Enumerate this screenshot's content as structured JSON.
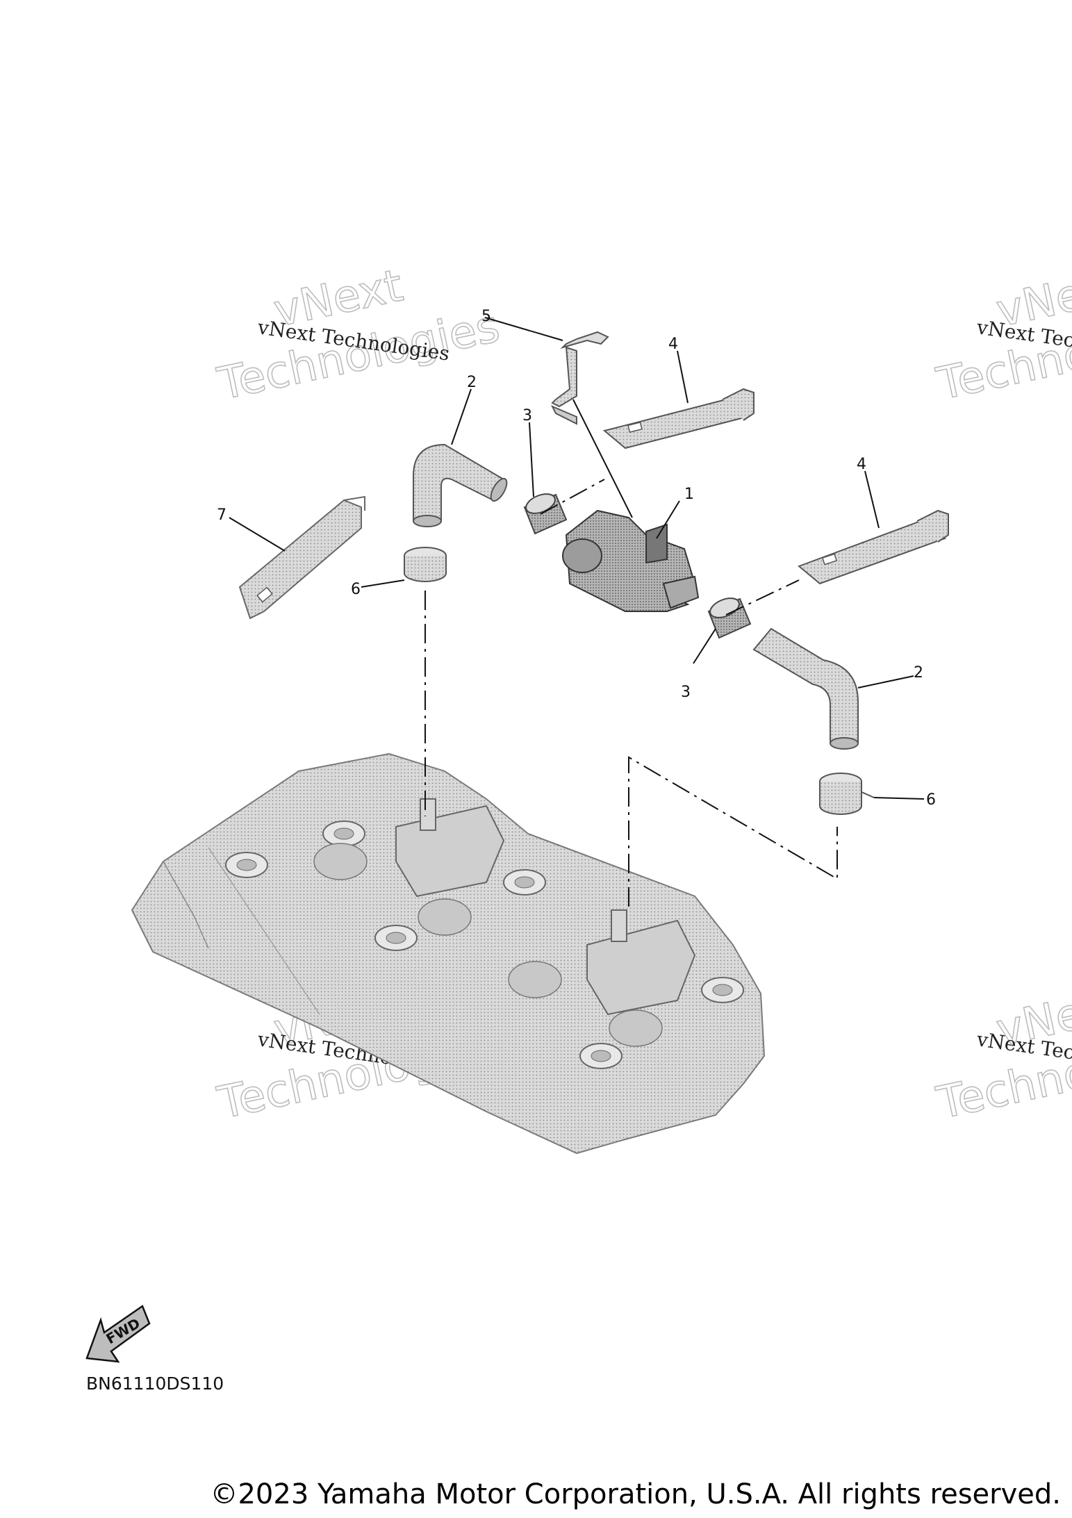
{
  "watermarks": [
    {
      "small": "vNext Technologies",
      "big_line1": "vNext",
      "big_line2": "Technologies"
    },
    {
      "small": "vNext Technologies",
      "big_line1": "vNext",
      "big_line2": "Technologies"
    },
    {
      "small": "vNext Technologies",
      "big_line1": "vNext",
      "big_line2": "Technologies"
    },
    {
      "small": "vNext Technologies",
      "big_line1": "vNext",
      "big_line2": "Technologies"
    }
  ],
  "callouts": {
    "c1": "1",
    "c2a": "2",
    "c2b": "2",
    "c3a": "3",
    "c3b": "3",
    "c4a": "4",
    "c4b": "4",
    "c5": "5",
    "c6a": "6",
    "c6b": "6",
    "c7": "7"
  },
  "fwd_label": "FWD",
  "diagram_code": "BN61110DS110",
  "copyright": "©2023 Yamaha Motor Corporation, U.S.A. All rights reserved.",
  "colors": {
    "part_fill": "#d6d6d6",
    "outline": "#555555",
    "text": "#111111"
  }
}
